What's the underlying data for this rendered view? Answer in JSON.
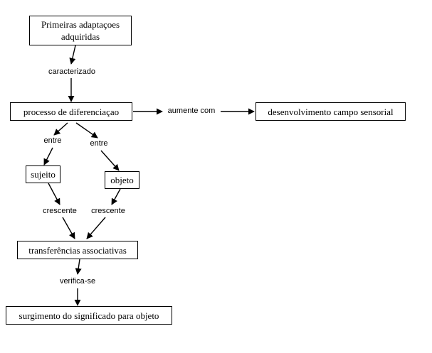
{
  "diagram": {
    "type": "concept-map",
    "language": "pt-BR",
    "background_color": "#ffffff",
    "line_color": "#000000",
    "text_color": "#000000",
    "nodes": [
      {
        "id": "primeiras-adaptacoes",
        "label": "Primeiras adaptaçoes adquiridas",
        "line1": "Primeiras adaptaçoes",
        "line2": "adquiridas"
      },
      {
        "id": "processo-diferenciacao",
        "label": "processo de diferenciaçao"
      },
      {
        "id": "desenvolvimento-campo-sensorial",
        "label": "desenvolvimento campo sensorial"
      },
      {
        "id": "sujeito",
        "label": "sujeito"
      },
      {
        "id": "objeto",
        "label": "objeto"
      },
      {
        "id": "transferencias-associativas",
        "label": "transferências associativas"
      },
      {
        "id": "surgimento-significado",
        "label": "surgimento do significado para objeto"
      }
    ],
    "edge_labels": [
      {
        "id": "caracterizado",
        "label": "caracterizado"
      },
      {
        "id": "aumente-com",
        "label": "aumente com"
      },
      {
        "id": "entre-sujeito",
        "label": "entre"
      },
      {
        "id": "entre-objeto",
        "label": "entre"
      },
      {
        "id": "crescente-sujeito",
        "label": "crescente"
      },
      {
        "id": "crescente-objeto",
        "label": "crescente"
      },
      {
        "id": "verifica-se",
        "label": "verifica-se"
      }
    ],
    "edges": [
      {
        "from": "primeiras-adaptacoes",
        "via": "caracterizado",
        "to": "processo-diferenciacao"
      },
      {
        "from": "processo-diferenciacao",
        "via": "aumente com",
        "to": "desenvolvimento-campo-sensorial"
      },
      {
        "from": "processo-diferenciacao",
        "via": "entre",
        "to": "sujeito"
      },
      {
        "from": "processo-diferenciacao",
        "via": "entre",
        "to": "objeto"
      },
      {
        "from": "sujeito",
        "via": "crescente",
        "to": "transferencias-associativas"
      },
      {
        "from": "objeto",
        "via": "crescente",
        "to": "transferencias-associativas"
      },
      {
        "from": "transferencias-associativas",
        "via": "verifica-se",
        "to": "surgimento-significado"
      }
    ]
  }
}
